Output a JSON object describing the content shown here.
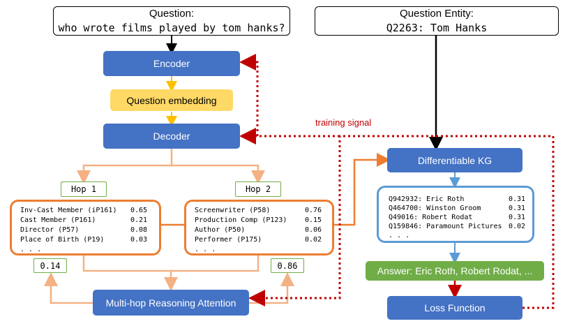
{
  "question": {
    "heading": "Question:",
    "text": "who wrote films played by tom hanks?"
  },
  "entity": {
    "heading": "Question Entity:",
    "text": "Q2263: Tom Hanks"
  },
  "encoder": "Encoder",
  "question_embedding": "Question embedding",
  "decoder": "Decoder",
  "training_signal": "training signal",
  "hop1": {
    "label": "Hop 1",
    "weight": "0.14",
    "rows": [
      {
        "name": "Inv-Cast Member (iP161)",
        "score": "0.65"
      },
      {
        "name": "Cast Member (P161)",
        "score": "0.21"
      },
      {
        "name": "Director (P57)",
        "score": "0.08"
      },
      {
        "name": "Place of Birth (P19)",
        "score": "0.03"
      },
      {
        "name": ". . .",
        "score": ""
      }
    ]
  },
  "hop2": {
    "label": "Hop 2",
    "weight": "0.86",
    "rows": [
      {
        "name": "Screenwriter (P58)",
        "score": "0.76"
      },
      {
        "name": "Production Comp (P123)",
        "score": "0.15"
      },
      {
        "name": "Author (P50)",
        "score": "0.06"
      },
      {
        "name": "Performer (P175)",
        "score": "0.02"
      },
      {
        "name": ". . .",
        "score": ""
      }
    ]
  },
  "attention": "Multi-hop Reasoning Attention",
  "differentiable_kg": "Differentiable KG",
  "kg_entities": [
    {
      "name": "Q942932: Eric Roth",
      "score": "0.31"
    },
    {
      "name": "Q464700: Winston Groom",
      "score": "0.31"
    },
    {
      "name": "Q49016: Robert Rodat",
      "score": "0.31"
    },
    {
      "name": "Q159846: Paramount Pictures",
      "score": "0.02"
    },
    {
      "name": ". . .",
      "score": ""
    }
  ],
  "answer": "Answer: Eric Roth,  Robert Rodat, ...",
  "loss": "Loss Function",
  "colors": {
    "blue": "#4472c4",
    "yellow": "#ffd966",
    "green": "#70ad47",
    "orange": "#ed7d31",
    "light_orange": "#f4b183",
    "gold": "#ffc000",
    "light_blue": "#5b9bd5",
    "red": "#c00000"
  }
}
